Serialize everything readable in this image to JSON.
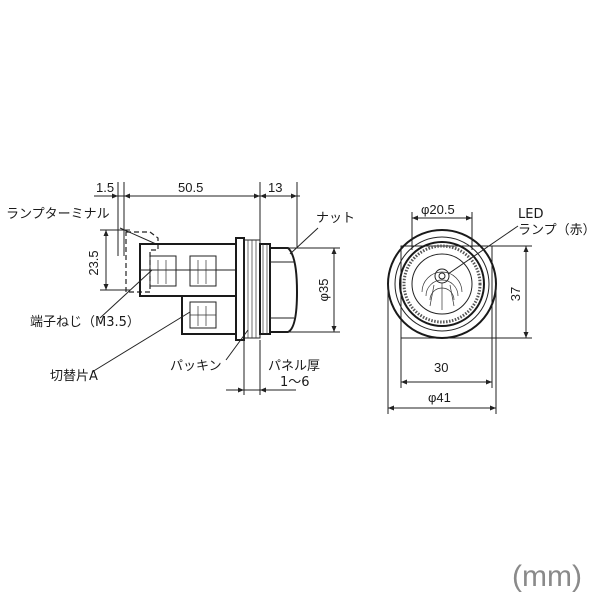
{
  "dimensions": {
    "d1_5": "1.5",
    "d50_5": "50.5",
    "d13": "13",
    "d23_5": "23.5",
    "phi35": "φ35",
    "phi20_5": "φ20.5",
    "d37": "37",
    "d30": "30",
    "phi41": "φ41"
  },
  "labels": {
    "lamp_terminal": "ランプターミナル",
    "nut": "ナット",
    "led": "LED",
    "lamp_red": "ランプ（赤）",
    "terminal_screw": "端子ねじ（M3.5）",
    "switch_piece": "切替片A",
    "packing": "パッキン",
    "panel_thickness": "パネル厚",
    "panel_range": "1～6"
  },
  "unit": "(mm)"
}
